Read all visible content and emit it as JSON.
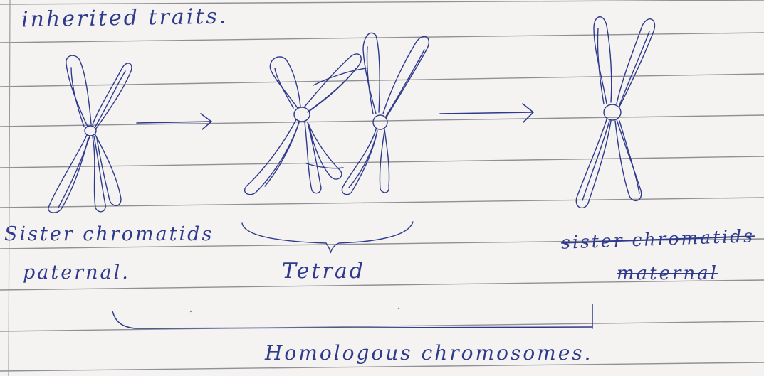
{
  "notes": {
    "top_line": "inherited traits.",
    "label_sister_paternal": "Sister chromatids",
    "label_paternal": "paternal.",
    "label_tetrad": "Tetrad",
    "label_sister_maternal": "sister chromatids",
    "label_maternal": "maternal",
    "label_homologous": "Homologous chromosomes."
  },
  "colors": {
    "ink": "#2f3a8c",
    "paper": "#f4f3f1",
    "rule_line": "#6f6f76",
    "margin_line": "#9a9aa3"
  },
  "icons": [
    "paternal-chromosome-icon",
    "tetrad-icon",
    "maternal-chromosome-icon",
    "arrow-icon",
    "brace-icon"
  ]
}
